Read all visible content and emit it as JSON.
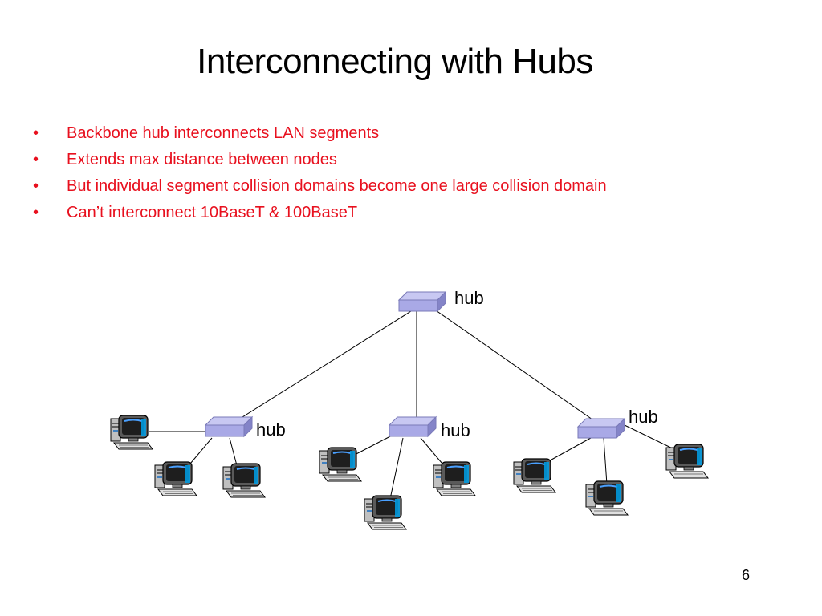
{
  "slide": {
    "title": "Interconnecting with Hubs",
    "bullets": [
      "Backbone hub interconnects LAN segments",
      "Extends max distance between nodes",
      "But individual segment collision domains become one large collision domain",
      "Can’t interconnect 10BaseT & 100BaseT"
    ],
    "bullet_color": "#e8101e",
    "page_number": "6"
  },
  "diagram": {
    "hub_label": "hub",
    "hubs": [
      "backbone",
      "left",
      "middle",
      "right"
    ],
    "hub_color": "#a9a9e6",
    "link_color": "#000000",
    "computer_icon": "computer-icon",
    "hub_icon": "hub-icon",
    "segments": [
      {
        "hub": "left",
        "computers": 3
      },
      {
        "hub": "middle",
        "computers": 3
      },
      {
        "hub": "right",
        "computers": 3
      }
    ]
  }
}
